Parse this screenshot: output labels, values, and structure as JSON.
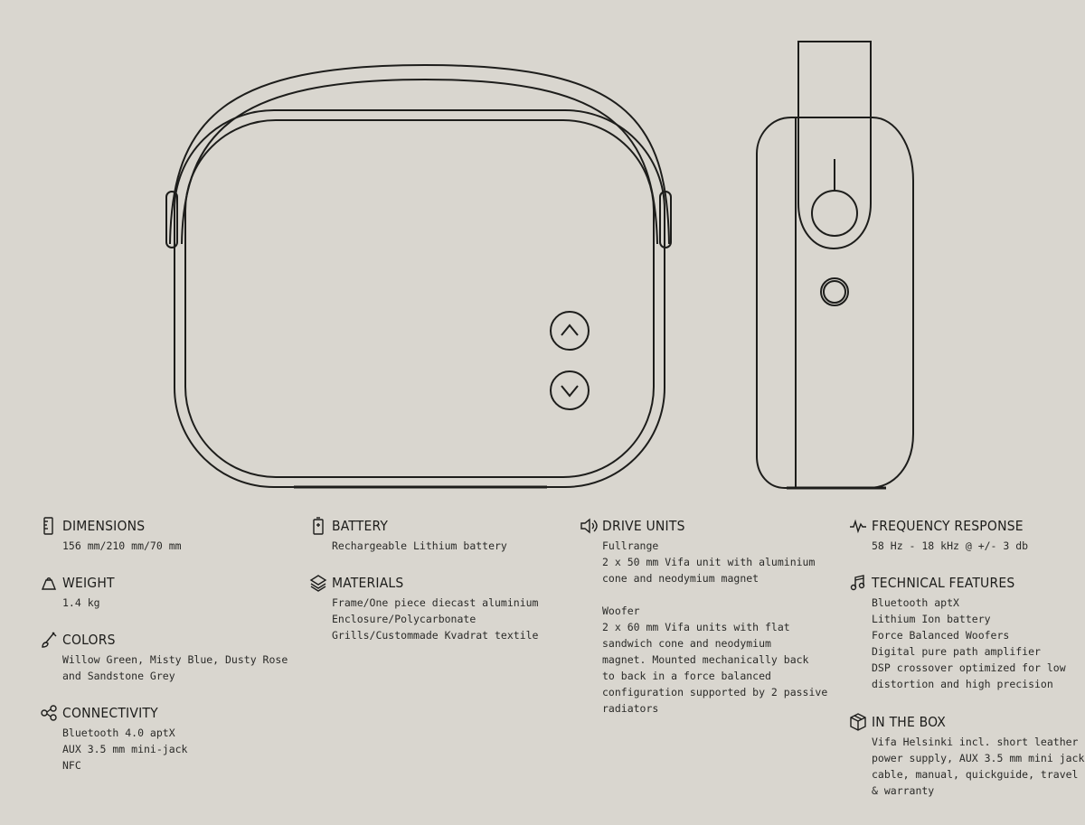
{
  "specs": {
    "dimensions": {
      "title": "DIMENSIONS",
      "lines": [
        "156 mm/210 mm/70 mm"
      ]
    },
    "weight": {
      "title": "WEIGHT",
      "lines": [
        "1.4 kg"
      ]
    },
    "colors": {
      "title": "COLORS",
      "lines": [
        "Willow Green, Misty Blue, Dusty Rose",
        "and Sandstone Grey"
      ]
    },
    "connectivity": {
      "title": "CONNECTIVITY",
      "lines": [
        "Bluetooth 4.0 aptX",
        "AUX 3.5 mm mini-jack",
        "NFC"
      ]
    },
    "battery": {
      "title": "BATTERY",
      "lines": [
        "Rechargeable Lithium battery"
      ]
    },
    "materials": {
      "title": "MATERIALS",
      "lines": [
        "Frame/One piece diecast aluminium",
        "Enclosure/Polycarbonate",
        "Grills/Custommade Kvadrat textile"
      ]
    },
    "drive_units": {
      "title": "DRIVE UNITS",
      "fullrange": [
        "Fullrange",
        "2 x 50 mm Vifa unit with aluminium",
        "cone and neodymium magnet"
      ],
      "woofer": [
        "Woofer",
        "2 x 60 mm Vifa units with flat",
        "sandwich cone and neodymium",
        "magnet. Mounted mechanically back",
        "to back in a force balanced",
        "configuration supported by 2 passive",
        "radiators"
      ]
    },
    "frequency_response": {
      "title": "FREQUENCY RESPONSE",
      "lines": [
        "58 Hz - 18 kHz @ +/- 3 db"
      ]
    },
    "technical_features": {
      "title": "TECHNICAL FEATURES",
      "lines": [
        "Bluetooth aptX",
        "Lithium Ion battery",
        "Force Balanced Woofers",
        "Digital pure path amplifier",
        "DSP crossover optimized for low",
        "distortion and high precision"
      ]
    },
    "in_the_box": {
      "title": "IN THE BOX",
      "lines": [
        "Vifa Helsinki incl. short leather strap,",
        "power supply, AUX 3.5 mm mini jack",
        "cable, manual, quickguide, travel bag",
        "& warranty"
      ]
    }
  },
  "icons": {
    "dimensions": "ruler-icon",
    "weight": "weight-icon",
    "colors": "brush-icon",
    "connectivity": "network-icon",
    "battery": "battery-icon",
    "materials": "layers-icon",
    "drive_units": "speaker-icon",
    "frequency_response": "waveform-icon",
    "technical_features": "music-note-icon",
    "in_the_box": "box-icon"
  },
  "colors": {
    "background": "#d9d6cf",
    "line": "#1d1d1b"
  }
}
